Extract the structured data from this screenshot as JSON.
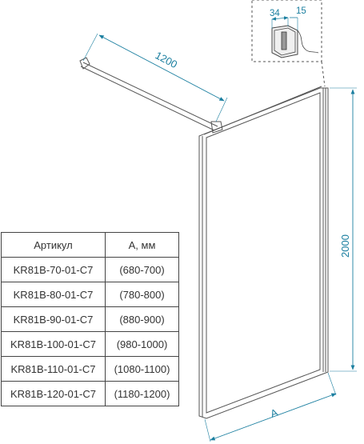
{
  "dimensions": {
    "brace_length": "1200",
    "height": "2000",
    "width": "A",
    "profile_width": "34",
    "profile_depth": "15"
  },
  "table": {
    "headers": [
      "Артикул",
      "A, мм"
    ],
    "rows": [
      [
        "KR81B-70-01-C7",
        "(680-700)"
      ],
      [
        "KR81B-80-01-C7",
        "(780-800)"
      ],
      [
        "KR81B-90-01-C7",
        "(880-900)"
      ],
      [
        "KR81B-100-01-C7",
        "(980-1000)"
      ],
      [
        "KR81B-110-01-C7",
        "(1080-1100)"
      ],
      [
        "KR81B-120-01-C7",
        "(1180-1200)"
      ]
    ]
  },
  "colors": {
    "dimension": "#1b7fa0",
    "line": "#555555"
  }
}
